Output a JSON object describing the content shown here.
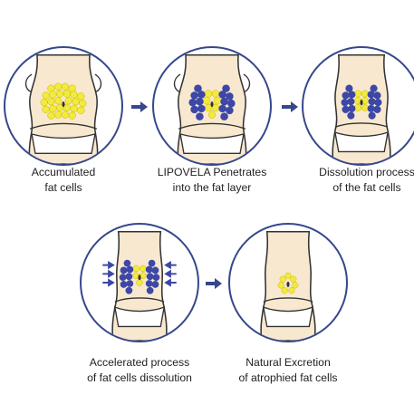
{
  "colors": {
    "circle_border": "#36478c",
    "arrow": "#36478c",
    "skin": "#f8e8cf",
    "fat_yellow": "#f2ea3c",
    "fat_blue": "#3d47a6",
    "outline": "#333333"
  },
  "steps": [
    {
      "line1": "Accumulated",
      "line2": "fat cells"
    },
    {
      "line1": "LIPOVELA Penetrates",
      "line2": "into the fat layer"
    },
    {
      "line1": "Dissolution process",
      "line2": "of the fat cells"
    },
    {
      "line1": "Accelerated process",
      "line2": "of fat cells dissolution"
    },
    {
      "line1": "Natural Excretion",
      "line2": "of atrophied fat cells"
    }
  ]
}
